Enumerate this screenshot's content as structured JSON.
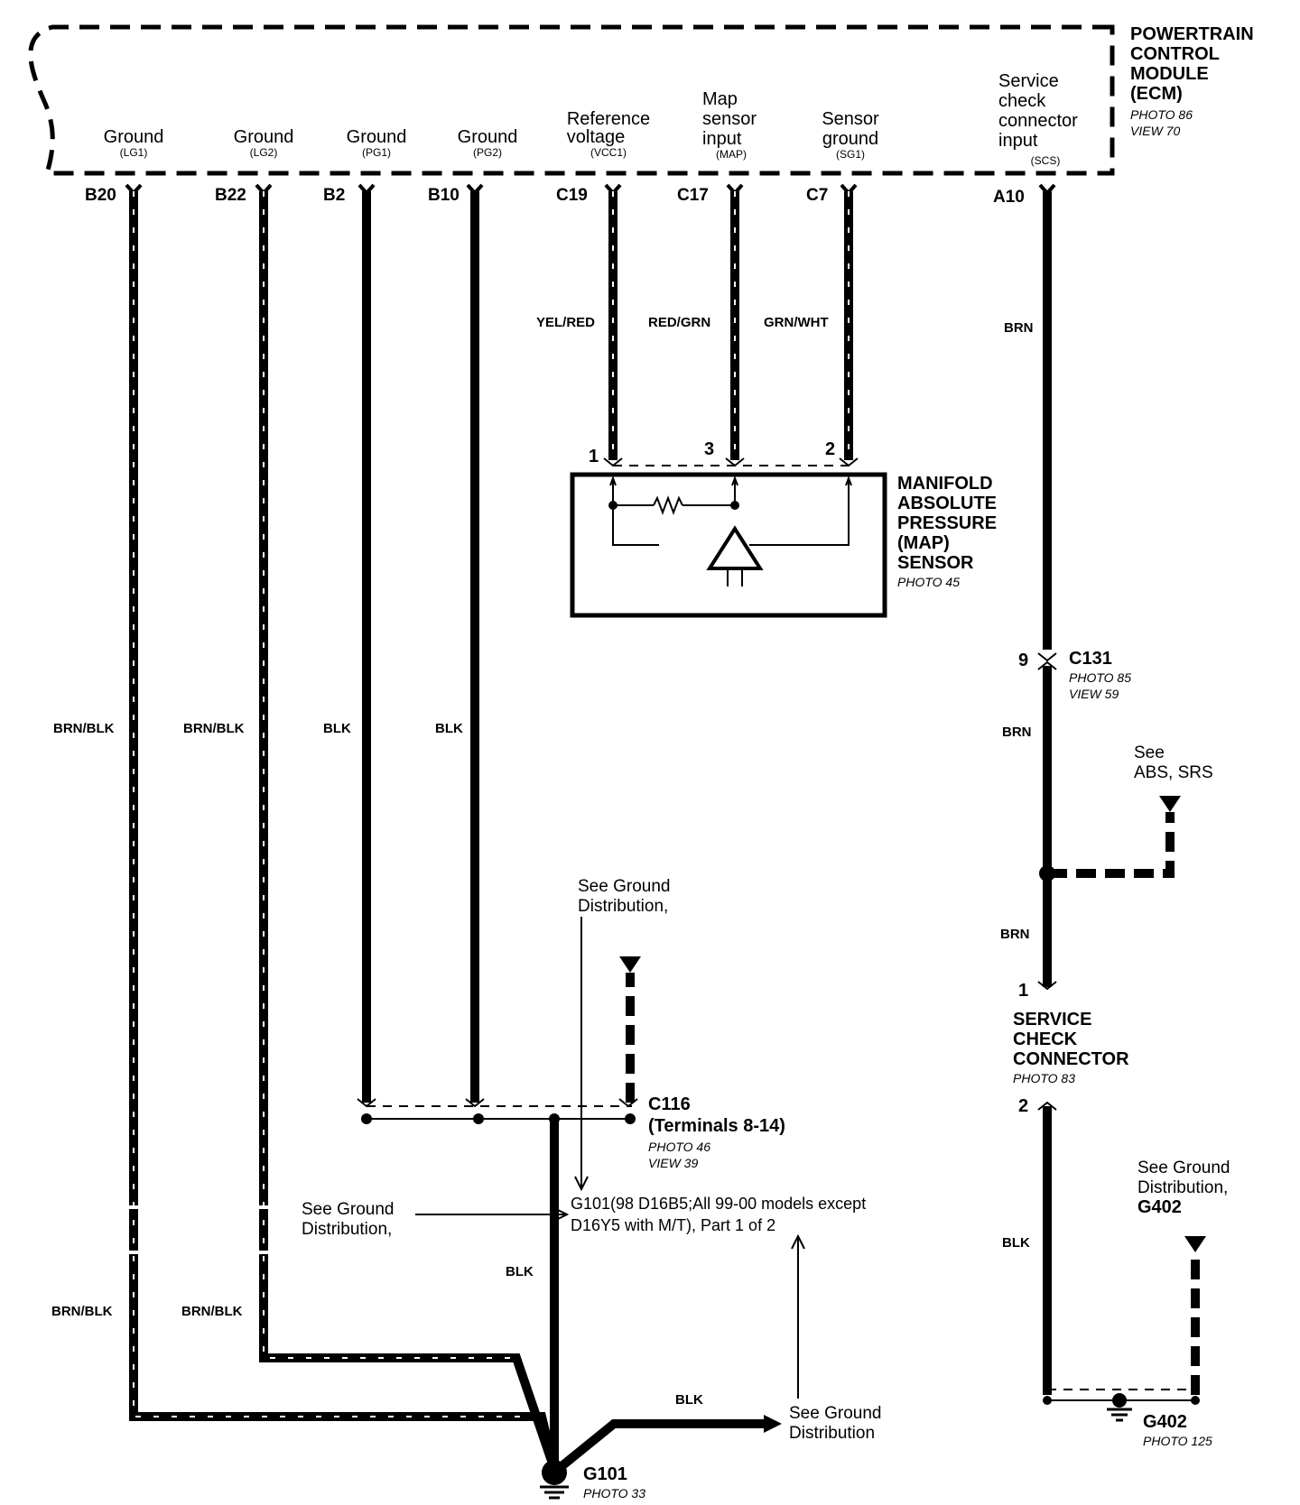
{
  "ecm": {
    "title_lines": [
      "POWERTRAIN",
      "CONTROL",
      "MODULE",
      "(ECM)"
    ],
    "photo": "PHOTO 86",
    "view": "VIEW 70"
  },
  "pins": [
    {
      "pin": "B20",
      "label_lines": [
        "Ground"
      ],
      "sub": "(LG1)",
      "wire_color": "BRN/BLK"
    },
    {
      "pin": "B22",
      "label_lines": [
        "Ground"
      ],
      "sub": "(LG2)",
      "wire_color": "BRN/BLK"
    },
    {
      "pin": "B2",
      "label_lines": [
        "Ground"
      ],
      "sub": "(PG1)",
      "wire_color": "BLK"
    },
    {
      "pin": "B10",
      "label_lines": [
        "Ground"
      ],
      "sub": "(PG2)",
      "wire_color": "BLK"
    },
    {
      "pin": "C19",
      "label_lines": [
        "Reference",
        "voltage"
      ],
      "sub": "(VCC1)",
      "wire_color": "YEL/RED"
    },
    {
      "pin": "C17",
      "label_lines": [
        "Map",
        "sensor",
        "input"
      ],
      "sub": "(MAP)",
      "wire_color": "RED/GRN"
    },
    {
      "pin": "C7",
      "label_lines": [
        "Sensor",
        "ground"
      ],
      "sub": "(SG1)",
      "wire_color": "GRN/WHT"
    },
    {
      "pin": "A10",
      "label_lines": [
        "Service",
        "check",
        "connector",
        "input"
      ],
      "sub": "(SCS)",
      "wire_color": "BRN"
    }
  ],
  "map_sensor": {
    "title_lines": [
      "MANIFOLD",
      "ABSOLUTE",
      "PRESSURE",
      "(MAP)",
      "SENSOR"
    ],
    "photo": "PHOTO 45",
    "terminals": [
      "1",
      "3",
      "2"
    ]
  },
  "c131": {
    "name": "C131",
    "pin": "9",
    "photo": "PHOTO 85",
    "view": "VIEW 59",
    "wire_color": "BRN"
  },
  "see_abs": [
    "See",
    "ABS, SRS"
  ],
  "splice_wire_color": "BRN",
  "service_check": {
    "title_lines": [
      "SERVICE",
      "CHECK",
      "CONNECTOR"
    ],
    "photo": "PHOTO 83",
    "pin_in": "1",
    "pin_out": "2",
    "wire_color": "BLK"
  },
  "c116": {
    "name": "C116",
    "terminals": "(Terminals 8-14)",
    "photo": "PHOTO 46",
    "view": "VIEW 39"
  },
  "see_ground_top": [
    "See Ground",
    "Distribution,"
  ],
  "see_ground_left": [
    "See Ground",
    "Distribution,"
  ],
  "g101_note": [
    "G101(98 D16B5;All 99-00 models except",
    "D16Y5 with M/T), Part 1 of 2"
  ],
  "ground_trunk_color": "BLK",
  "lower_wire_colors": {
    "b20": "BRN/BLK",
    "b22": "BRN/BLK"
  },
  "bottom_wire_color": "BLK",
  "see_ground_bottom": [
    "See Ground",
    "Distribution"
  ],
  "g101": {
    "name": "G101",
    "photo": "PHOTO 33"
  },
  "g402_ref": [
    "See Ground",
    "Distribution,",
    "G402"
  ],
  "g402": {
    "name": "G402",
    "photo": "PHOTO 125"
  }
}
